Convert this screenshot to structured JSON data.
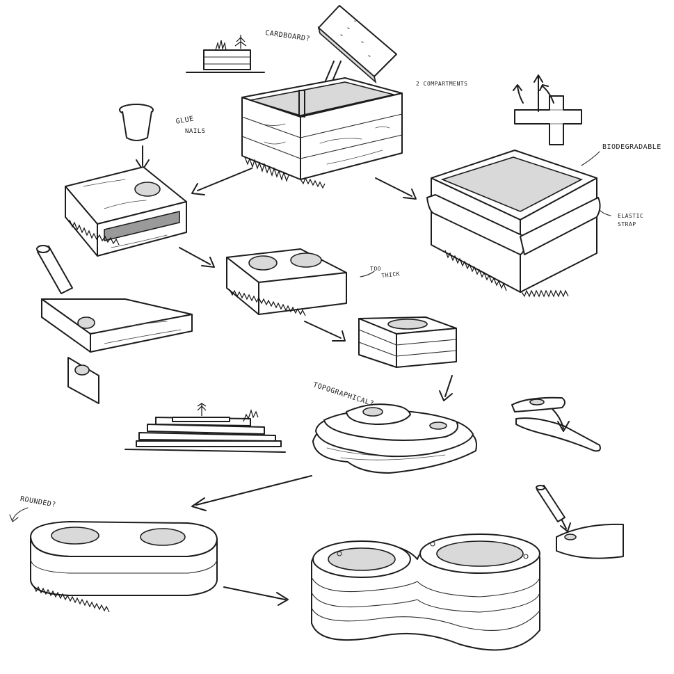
{
  "annotations": {
    "cardboard": "CARDBOARD?",
    "compartments": "2 COMPARTMENTS",
    "glue_nails_line1": "GLUE",
    "glue_nails_line2": "NAILS",
    "biodegradable": "BIODEGRADABLE",
    "elastic_strap_line1": "ELASTIC",
    "elastic_strap_line2": "STRAP",
    "too_thick_line1": "TOO",
    "too_thick_line2": "THICK",
    "topographical": "TOPOGRAPHICAL?",
    "rounded": "ROUNDED?"
  },
  "colors": {
    "ink": "#1c1c1c",
    "paper": "#ffffff",
    "hatch": "#9a9a9a"
  }
}
